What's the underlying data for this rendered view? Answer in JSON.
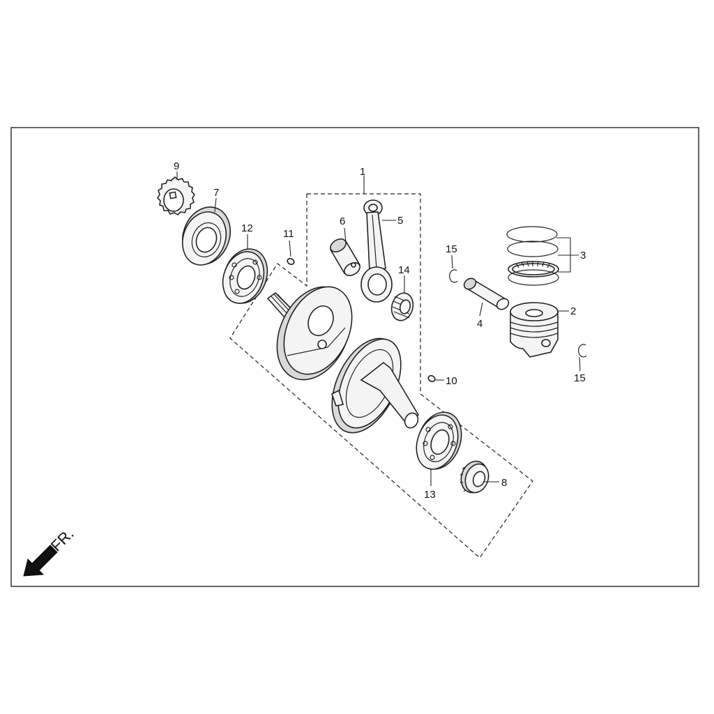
{
  "callouts": {
    "c1": "1",
    "c2": "2",
    "c3": "3",
    "c4": "4",
    "c5": "5",
    "c6": "6",
    "c7": "7",
    "c8": "8",
    "c9": "9",
    "c10": "10",
    "c11": "11",
    "c12": "12",
    "c13": "13",
    "c14": "14",
    "c15a": "15",
    "c15b": "15"
  },
  "direction_label": "FR.",
  "colors": {
    "line": "#222222",
    "frame": "#333333",
    "background": "#ffffff"
  }
}
